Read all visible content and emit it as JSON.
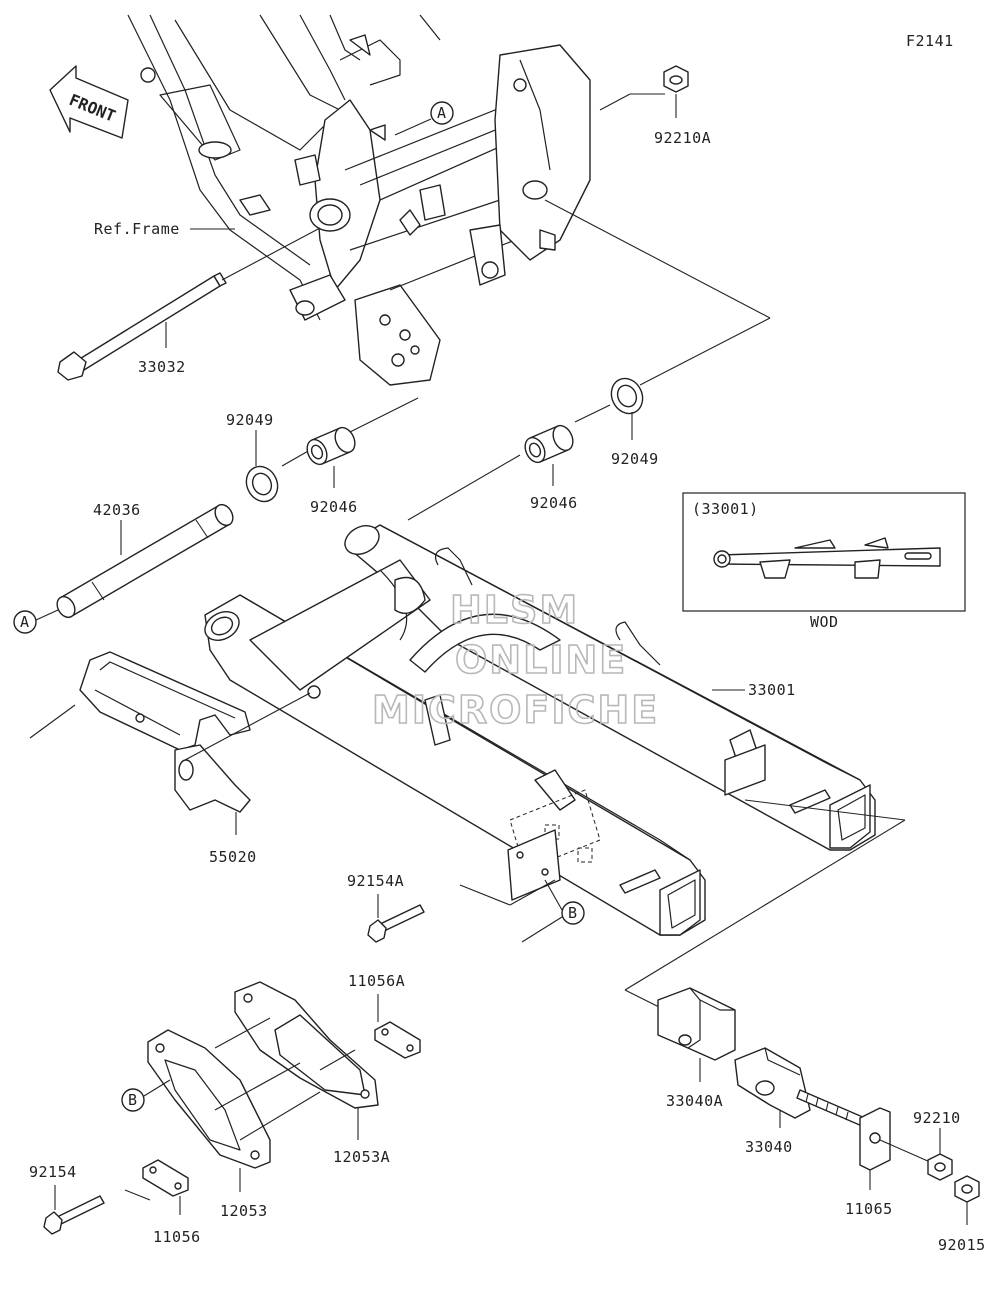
{
  "figure_code": "F2141",
  "ref_frame_label": "Ref.Frame",
  "front_label": "FRONT",
  "callouts": {
    "A": "A",
    "B": "B"
  },
  "inset": {
    "header": "(33001)",
    "footer": "WOD"
  },
  "watermark": [
    "HLSM",
    "ONLINE",
    "MICROFICHE"
  ],
  "parts": {
    "p92210A": "92210A",
    "p33032": "33032",
    "p92049_left": "92049",
    "p92049_right": "92049",
    "p92046_left": "92046",
    "p92046_right": "92046",
    "p42036": "42036",
    "p33001": "33001",
    "p55020": "55020",
    "p92154A": "92154A",
    "p11056A": "11056A",
    "p12053A": "12053A",
    "p12053": "12053",
    "p92154": "92154",
    "p11056": "11056",
    "p33040A": "33040A",
    "p33040": "33040",
    "p11065": "11065",
    "p92210": "92210",
    "p92015": "92015"
  }
}
